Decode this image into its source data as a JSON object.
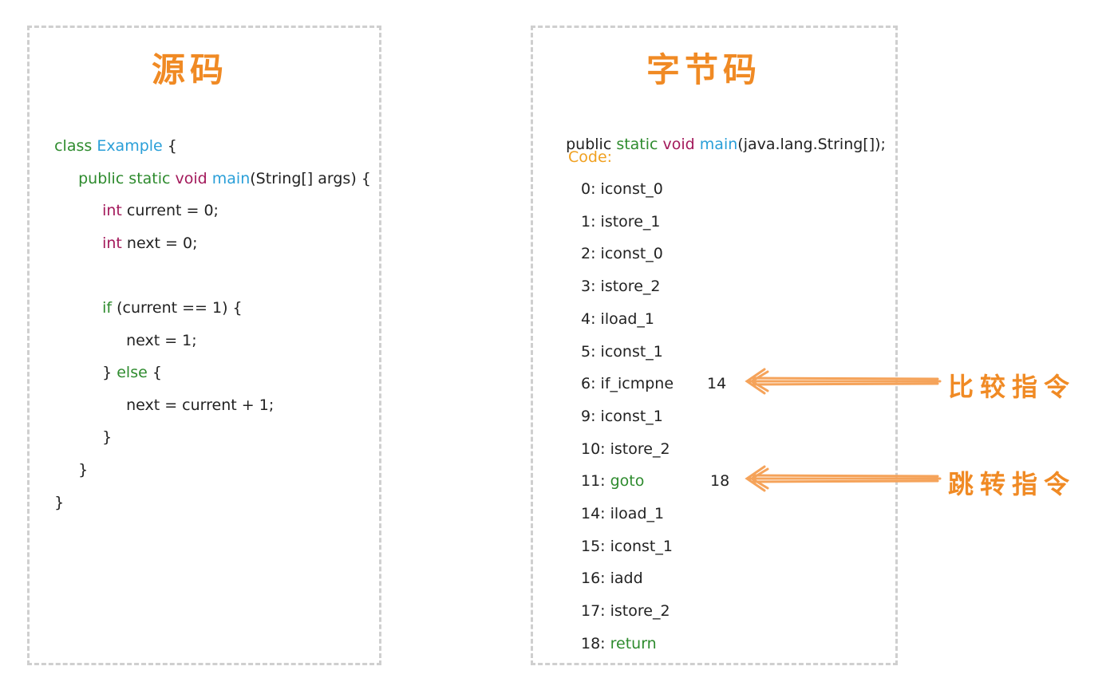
{
  "source": {
    "title": "源码",
    "lines": [
      {
        "kw1": "class",
        "name": "Example",
        "rest": " {"
      },
      {
        "kw1": "public static",
        "kw2": "void",
        "name": "main",
        "rest": "(String[] args) {"
      },
      {
        "typ": "int",
        "rest": " current = 0;"
      },
      {
        "typ": "int",
        "rest": " next = 0;"
      },
      {
        "kw1": "if",
        "rest": " (current == 1) {"
      },
      {
        "rest": "next = 1;"
      },
      {
        "pre": "} ",
        "kw1": "else",
        "rest": " {"
      },
      {
        "rest": "next = current + 1;"
      },
      {
        "rest": "}"
      },
      {
        "rest": "}"
      },
      {
        "rest": "}"
      }
    ]
  },
  "bytecode": {
    "title": "字节码",
    "header": {
      "pre": "public ",
      "kw1": "static",
      "kw2": "void",
      "name": "main",
      "rest": "(java.lang.String[]);"
    },
    "code_label": "Code:",
    "instructions": [
      {
        "offset": "0:",
        "op": "iconst_0"
      },
      {
        "offset": "1:",
        "op": "istore_1"
      },
      {
        "offset": "2:",
        "op": "iconst_0"
      },
      {
        "offset": "3:",
        "op": "istore_2"
      },
      {
        "offset": "4:",
        "op": "iload_1"
      },
      {
        "offset": "5:",
        "op": "iconst_1"
      },
      {
        "offset": "6:",
        "op": "if_icmpne",
        "arg": "14"
      },
      {
        "offset": "9:",
        "op": "iconst_1"
      },
      {
        "offset": "10:",
        "op": "istore_2"
      },
      {
        "offset": "11:",
        "op": "goto",
        "arg": "18"
      },
      {
        "offset": "14:",
        "op": "iload_1"
      },
      {
        "offset": "15:",
        "op": "iconst_1"
      },
      {
        "offset": "16:",
        "op": "iadd"
      },
      {
        "offset": "17:",
        "op": "istore_2"
      },
      {
        "offset": "18:",
        "op": "return"
      }
    ]
  },
  "annotations": {
    "compare_label": "比较指令",
    "jump_label": "跳转指令"
  },
  "colors": {
    "accent": "#f08a24",
    "keyword": "#2e8b2e",
    "type": "#a3195b",
    "identifier": "#2a9fd8",
    "code_label": "#f0a020",
    "border": "#cfcfcf"
  }
}
